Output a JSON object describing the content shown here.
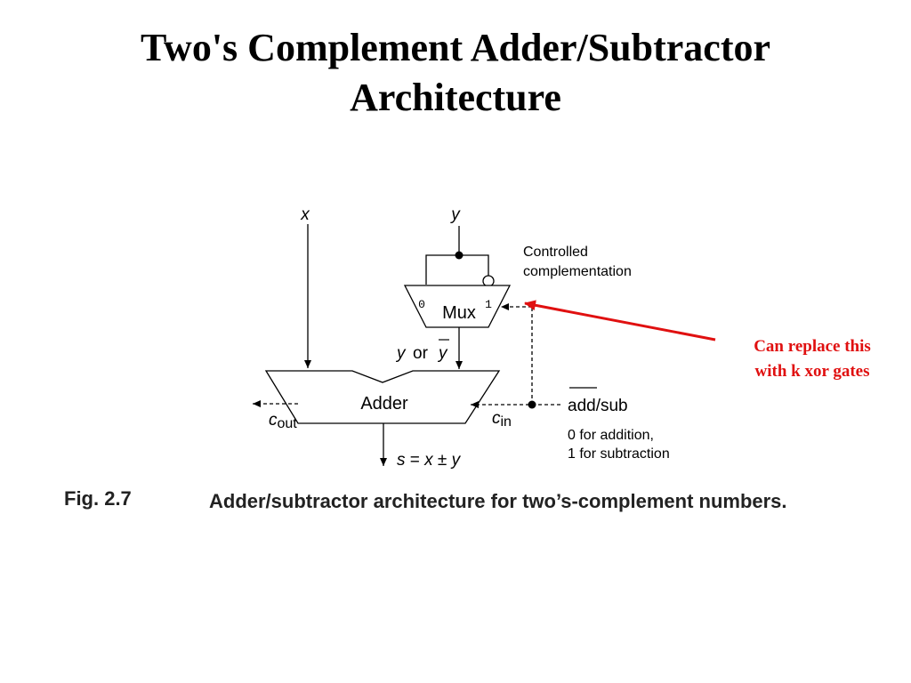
{
  "slide": {
    "title_line1": "Two's Complement Adder/Subtractor",
    "title_line2": "Architecture"
  },
  "diagram": {
    "input_x": "x",
    "input_y": "y",
    "mux_label": "Mux",
    "mux_input0": "0",
    "mux_input1": "1",
    "ctrl_line1": "Controlled",
    "ctrl_line2": "complementation",
    "y_or": "or",
    "adder_label": "Adder",
    "cout_main": "c",
    "cout_sub": "out",
    "cin_main": "c",
    "cin_sub": "in",
    "addsub_label": "add/sub",
    "addsub_note1": "0 for addition,",
    "addsub_note2": "1 for subtraction",
    "sum_s": "s",
    "sum_eq": " = ",
    "sum_pm": " ± ",
    "colors": {
      "line": "#000000",
      "arrow": "#e01010"
    }
  },
  "caption": {
    "number": "Fig. 2.7",
    "text": "Adder/subtractor architecture for two’s-complement numbers."
  },
  "annotation": {
    "line1": "Can replace this",
    "line2": "with k xor gates"
  }
}
